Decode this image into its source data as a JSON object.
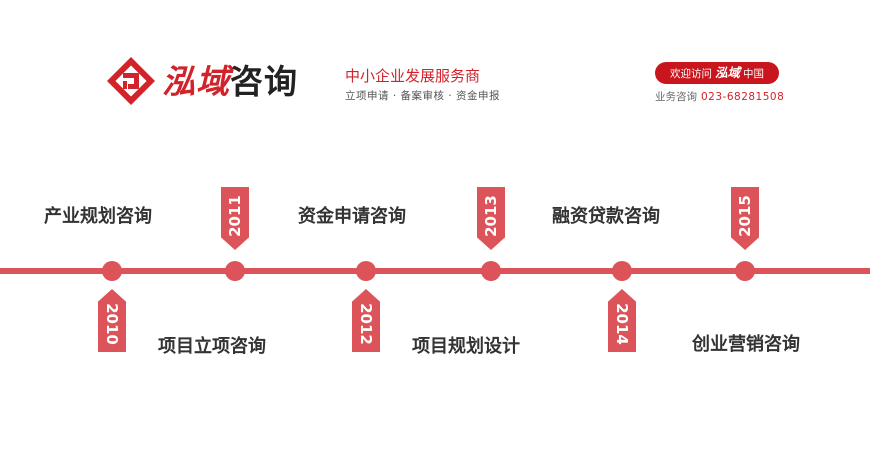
{
  "header": {
    "brand_part1": "泓域",
    "brand_part2": "咨询",
    "slogan": "中小企业发展服务商",
    "services": "立项申请 · 备案审核 · 资金申报",
    "welcome_prefix": "欢迎访问",
    "welcome_brand": "泓域",
    "welcome_suffix": "中国",
    "hotline_label": "业务咨询",
    "hotline_number": "023-68281508"
  },
  "timeline": {
    "items": [
      {
        "year": "2010",
        "label": "产业规划咨询"
      },
      {
        "year": "2011",
        "label": "项目立项咨询"
      },
      {
        "year": "2012",
        "label": "资金申请咨询"
      },
      {
        "year": "2013",
        "label": "项目规划设计"
      },
      {
        "year": "2014",
        "label": "融资贷款咨询"
      },
      {
        "year": "2015",
        "label": "创业营销咨询"
      }
    ]
  },
  "colors": {
    "brand_red": "#d2232a",
    "timeline_red": "#dc5359"
  }
}
